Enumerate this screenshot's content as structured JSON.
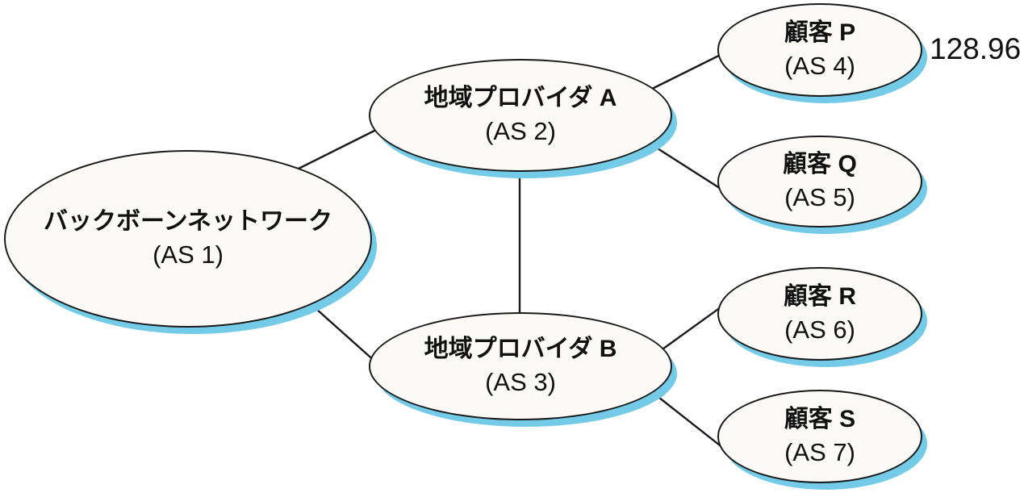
{
  "diagram": {
    "type": "network-topology",
    "annotation": {
      "text": "128.96"
    },
    "colors": {
      "node_fill": "#fbfaf6",
      "node_border": "#1a1a1a",
      "node_shadow": "#74cbe8",
      "link": "#1a1a1a",
      "text": "#111111",
      "background": "#ffffff"
    }
  },
  "nodes": [
    {
      "id": "AS1",
      "name": "バックボーンネットワーク",
      "as_label": "(AS 1)"
    },
    {
      "id": "AS2",
      "name": "地域プロバイダ A",
      "as_label": "(AS 2)"
    },
    {
      "id": "AS3",
      "name": "地域プロバイダ B",
      "as_label": "(AS 3)"
    },
    {
      "id": "AS4",
      "name": "顧客 P",
      "as_label": "(AS 4)"
    },
    {
      "id": "AS5",
      "name": "顧客 Q",
      "as_label": "(AS 5)"
    },
    {
      "id": "AS6",
      "name": "顧客 R",
      "as_label": "(AS 6)"
    },
    {
      "id": "AS7",
      "name": "顧客 S",
      "as_label": "(AS 7)"
    }
  ],
  "edges": [
    {
      "from": "AS1",
      "to": "AS2"
    },
    {
      "from": "AS1",
      "to": "AS3"
    },
    {
      "from": "AS2",
      "to": "AS3"
    },
    {
      "from": "AS2",
      "to": "AS4"
    },
    {
      "from": "AS2",
      "to": "AS5"
    },
    {
      "from": "AS3",
      "to": "AS6"
    },
    {
      "from": "AS3",
      "to": "AS7"
    }
  ]
}
